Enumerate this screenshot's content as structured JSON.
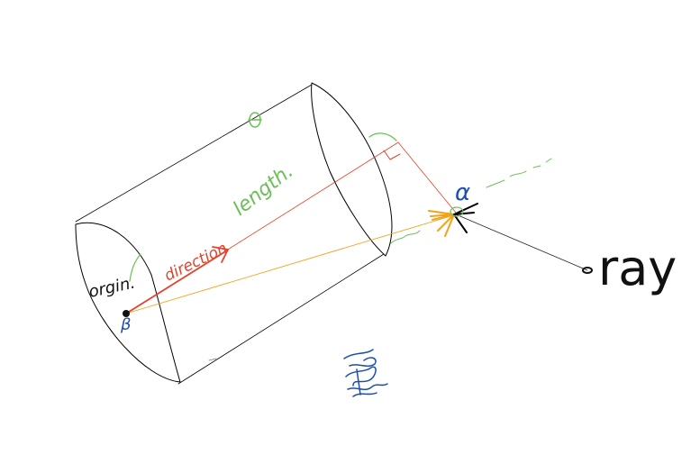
{
  "labels": {
    "origin": "orgin.",
    "direction": "direction",
    "length": "length.",
    "ray": "ray",
    "alpha": "α",
    "beta": "β"
  },
  "colors": {
    "outline": "#000000",
    "axis": "#e8402a",
    "to_point": "#f2a31b",
    "annotation_green": "#6cbf58",
    "annotation_blue": "#1a4fb0",
    "ray": "#222222"
  }
}
